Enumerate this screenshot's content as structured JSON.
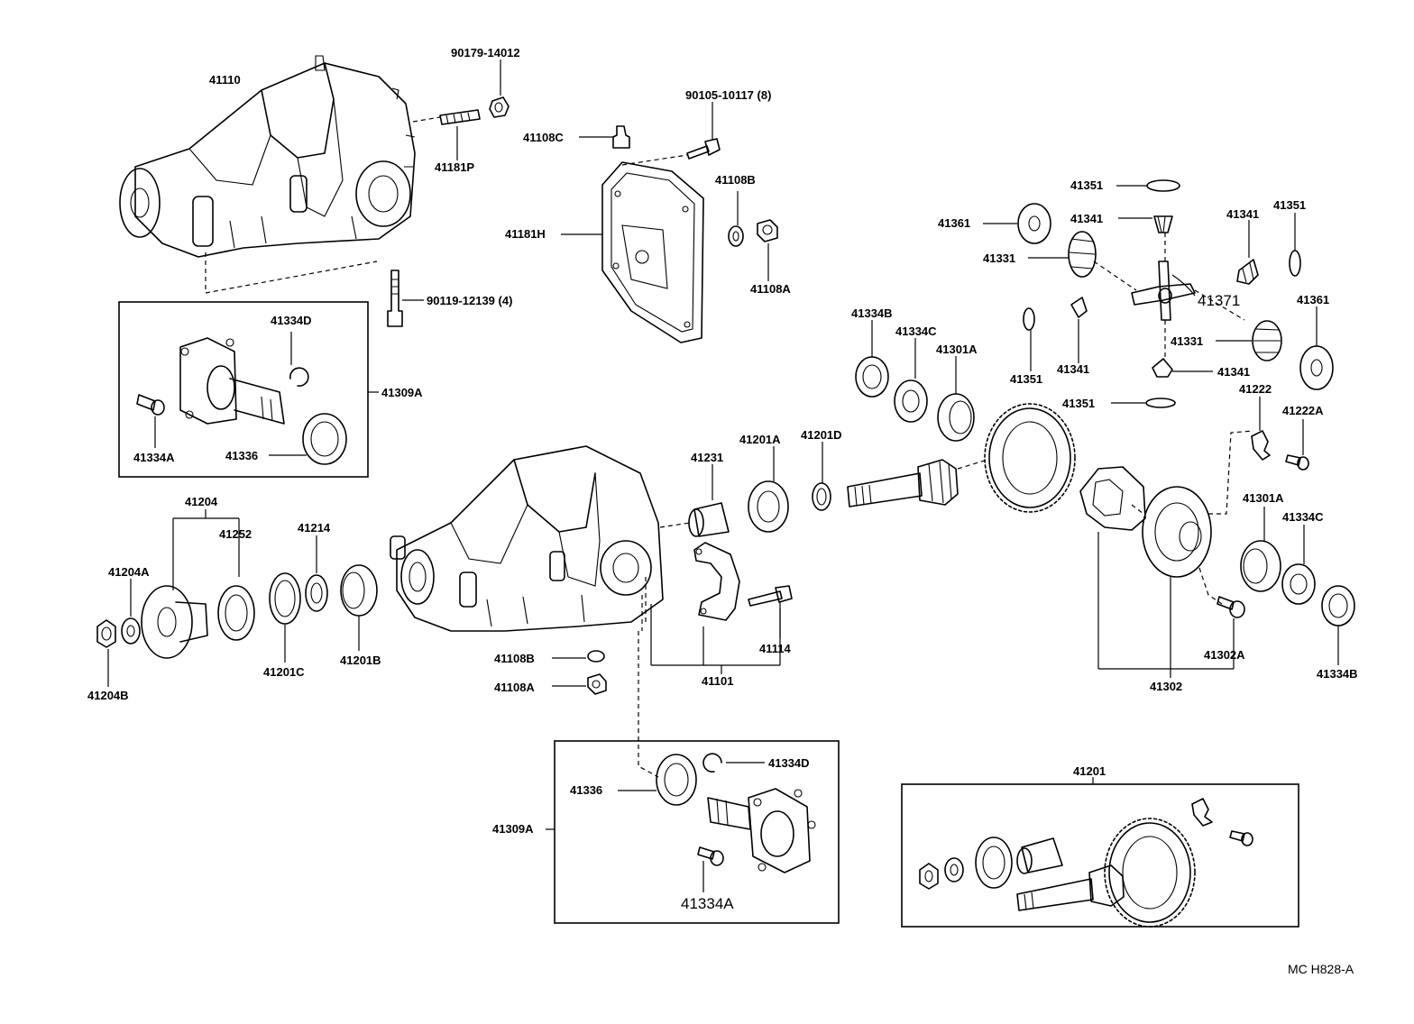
{
  "labels": {
    "p41110": "41110",
    "p90179_14012": "90179-14012",
    "p41181P": "41181P",
    "p90105_10117": "90105-10117 (8)",
    "p41108C": "41108C",
    "p41108B_top": "41108B",
    "p41181H": "41181H",
    "p41108A_top": "41108A",
    "p90119_12139": "90119-12139 (4)",
    "p41334D_top": "41334D",
    "p41309A_top": "41309A",
    "p41334A_top": "41334A",
    "p41336_top": "41336",
    "p41351_a": "41351",
    "p41361_left": "41361",
    "p41341_a": "41341",
    "p41341_b": "41341",
    "p41351_b": "41351",
    "p41331_left": "41331",
    "p41371": "41371",
    "p41361_right": "41361",
    "p41334B_top": "41334B",
    "p41334C_top": "41334C",
    "p41301A_top": "41301A",
    "p41331_right": "41331",
    "p41351_c": "41351",
    "p41341_c": "41341",
    "p41341_d": "41341",
    "p41351_d": "41351",
    "p41222": "41222",
    "p41222A": "41222A",
    "p41231": "41231",
    "p41201A": "41201A",
    "p41201D": "41201D",
    "p41204": "41204",
    "p41252": "41252",
    "p41214": "41214",
    "p41204A": "41204A",
    "p41204B": "41204B",
    "p41201C": "41201C",
    "p41201B": "41201B",
    "p41301A_bot": "41301A",
    "p41334C_bot": "41334C",
    "p41114": "41114",
    "p41108B_mid": "41108B",
    "p41108A_mid": "41108A",
    "p41101": "41101",
    "p41302A": "41302A",
    "p41302": "41302",
    "p41334B_bot": "41334B",
    "p41336_bot": "41336",
    "p41334D_bot": "41334D",
    "p41309A_bot": "41309A",
    "p41334A_bot": "41334A",
    "p41201": "41201"
  },
  "diagram_code": "MC  H828-A"
}
